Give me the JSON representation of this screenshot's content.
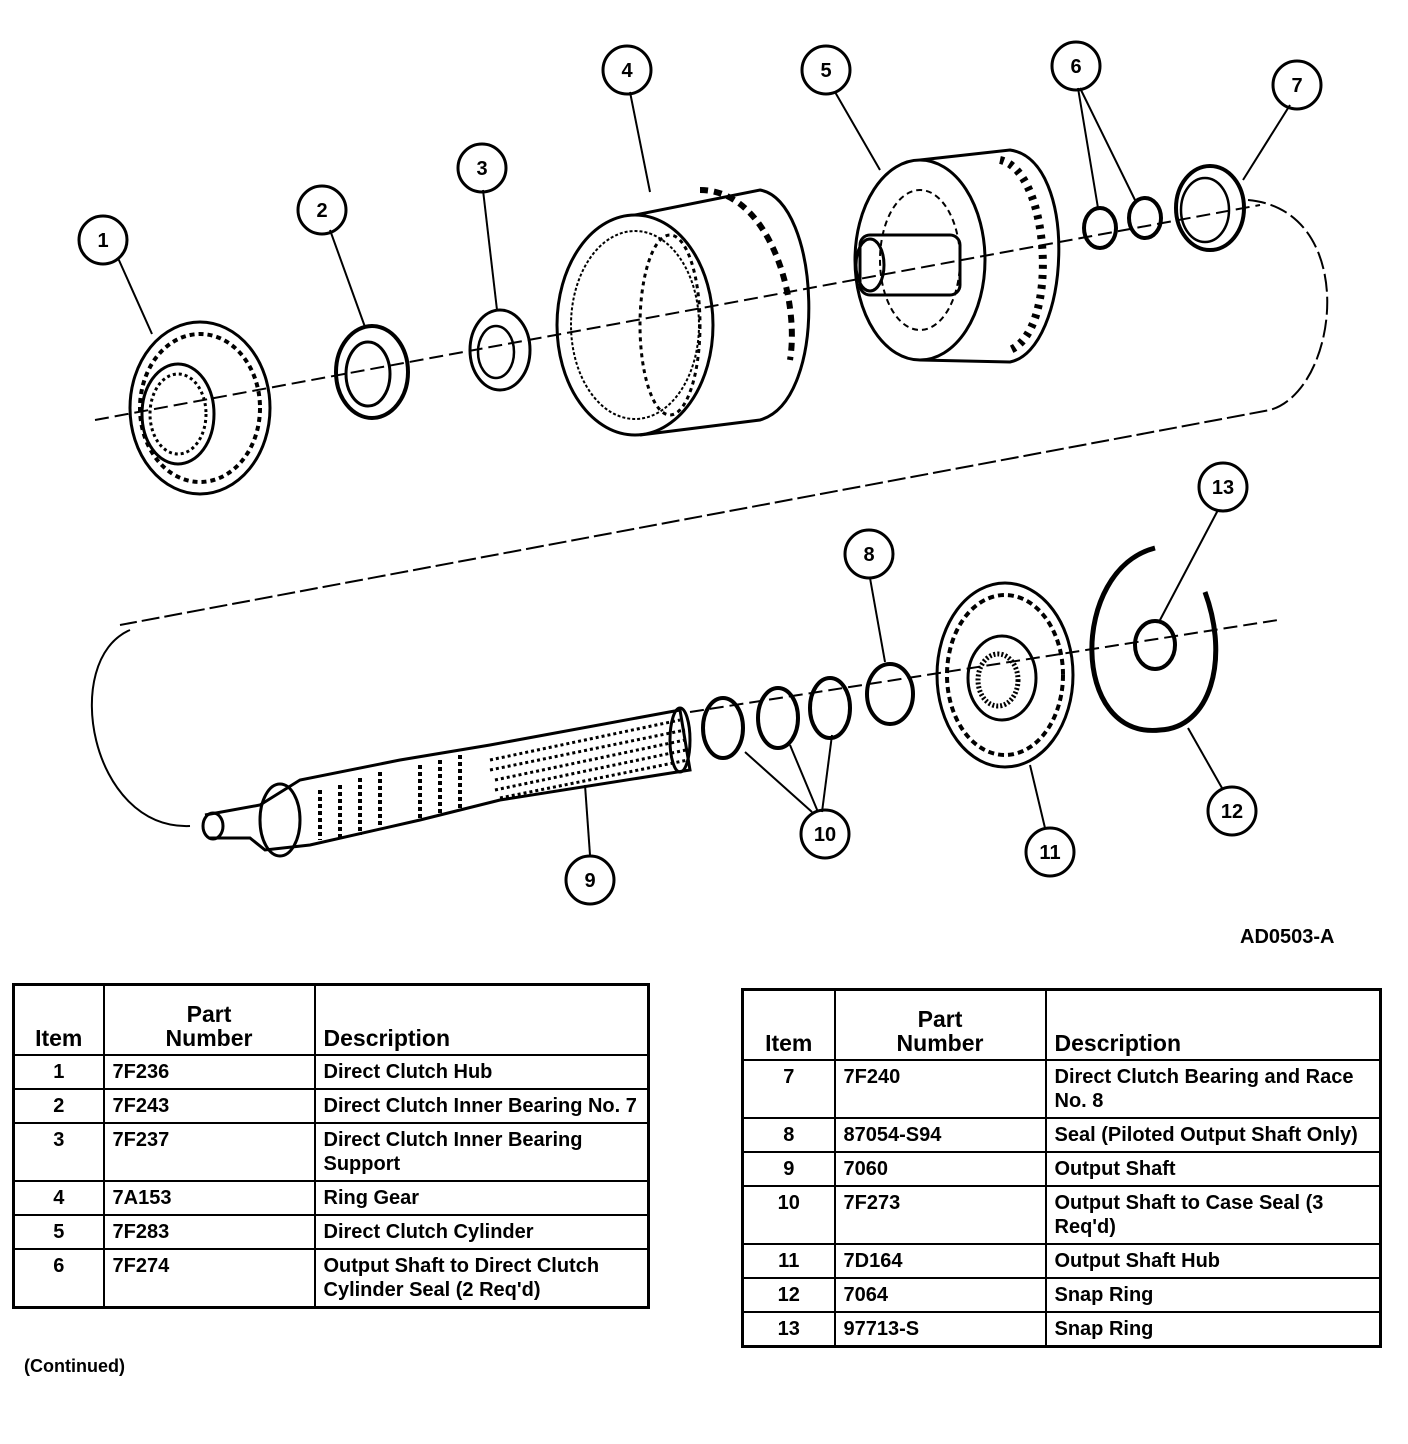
{
  "figure_id": "AD0503-A",
  "callouts": [
    "1",
    "2",
    "3",
    "4",
    "5",
    "6",
    "7",
    "8",
    "9",
    "10",
    "11",
    "12",
    "13"
  ],
  "table_headers": {
    "item": "Item",
    "part_number_line1": "Part",
    "part_number_line2": "Number",
    "description": "Description"
  },
  "parts_left": [
    {
      "item": "1",
      "part_number": "7F236",
      "description": "Direct Clutch Hub"
    },
    {
      "item": "2",
      "part_number": "7F243",
      "description": "Direct Clutch Inner Bearing No. 7"
    },
    {
      "item": "3",
      "part_number": "7F237",
      "description": "Direct Clutch Inner Bearing Support"
    },
    {
      "item": "4",
      "part_number": "7A153",
      "description": "Ring Gear"
    },
    {
      "item": "5",
      "part_number": "7F283",
      "description": "Direct Clutch Cylinder"
    },
    {
      "item": "6",
      "part_number": "7F274",
      "description": "Output Shaft to Direct Clutch Cylinder Seal (2 Req'd)"
    }
  ],
  "parts_right": [
    {
      "item": "7",
      "part_number": "7F240",
      "description": "Direct Clutch Bearing and Race No. 8"
    },
    {
      "item": "8",
      "part_number": "87054-S94",
      "description": "Seal (Piloted Output Shaft Only)"
    },
    {
      "item": "9",
      "part_number": "7060",
      "description": "Output Shaft"
    },
    {
      "item": "10",
      "part_number": "7F273",
      "description": "Output Shaft to Case Seal (3 Req'd)"
    },
    {
      "item": "11",
      "part_number": "7D164",
      "description": "Output Shaft Hub"
    },
    {
      "item": "12",
      "part_number": "7064",
      "description": "Snap Ring"
    },
    {
      "item": "13",
      "part_number": "97713-S",
      "description": "Snap Ring"
    }
  ],
  "continued_note": "(Continued)"
}
